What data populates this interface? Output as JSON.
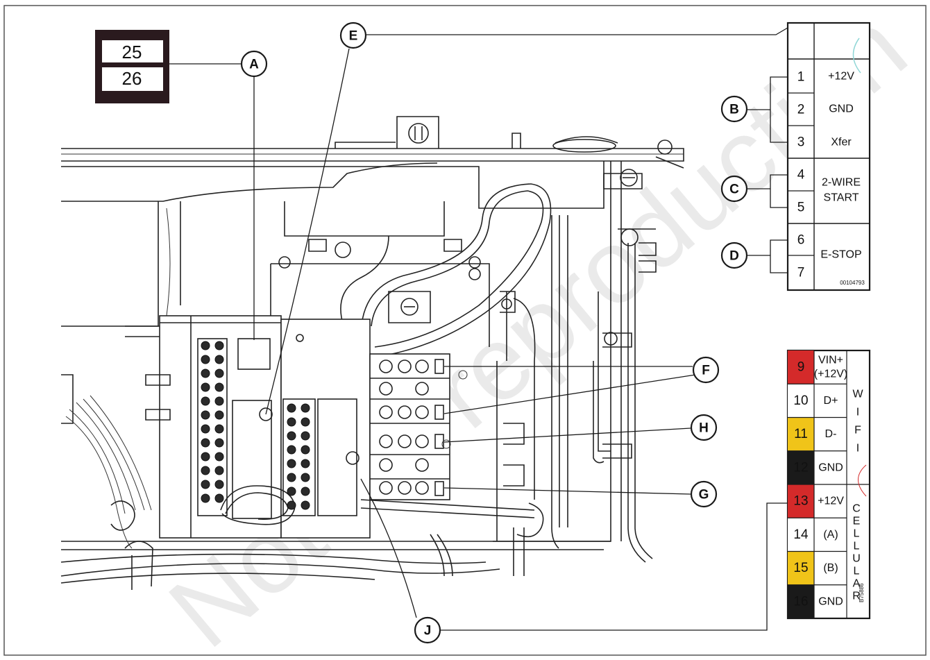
{
  "inset_labels": {
    "top": "25",
    "bottom": "26"
  },
  "callouts": {
    "A": "A",
    "B": "B",
    "C": "C",
    "D": "D",
    "E": "E",
    "F": "F",
    "G": "G",
    "H": "H",
    "J": "J"
  },
  "terminal_block_1": {
    "rows": [
      {
        "num": "1",
        "label": "+12V"
      },
      {
        "num": "2",
        "label": "GND"
      },
      {
        "num": "3",
        "label": "Xfer"
      },
      {
        "num": "4",
        "label": "2-WIRE"
      },
      {
        "num": "5",
        "label": "START"
      },
      {
        "num": "6",
        "label": "E-STOP"
      },
      {
        "num": "7",
        "label": ""
      }
    ],
    "part_number": "00104793"
  },
  "terminal_block_2": {
    "rows": [
      {
        "num": "9",
        "label": "VIN+",
        "label2": "(+12V)",
        "color": "#d42a2a"
      },
      {
        "num": "10",
        "label": "D+",
        "color": "#ffffff"
      },
      {
        "num": "11",
        "label": "D-",
        "color": "#f0c419"
      },
      {
        "num": "12",
        "label": "GND",
        "color": "#1a1a1a"
      },
      {
        "num": "13",
        "label": "+12V",
        "color": "#d42a2a"
      },
      {
        "num": "14",
        "label": "(A)",
        "color": "#ffffff"
      },
      {
        "num": "15",
        "label": "(B)",
        "color": "#f0c419"
      },
      {
        "num": "16",
        "label": "GND",
        "color": "#1a1a1a"
      }
    ],
    "wifi_letters": [
      "W",
      "I",
      "F",
      "I"
    ],
    "cellular_letters": [
      "C",
      "E",
      "L",
      "L",
      "U",
      "L",
      "A",
      "R"
    ],
    "part_number": "B75886"
  },
  "watermark": "Not for reproduction"
}
